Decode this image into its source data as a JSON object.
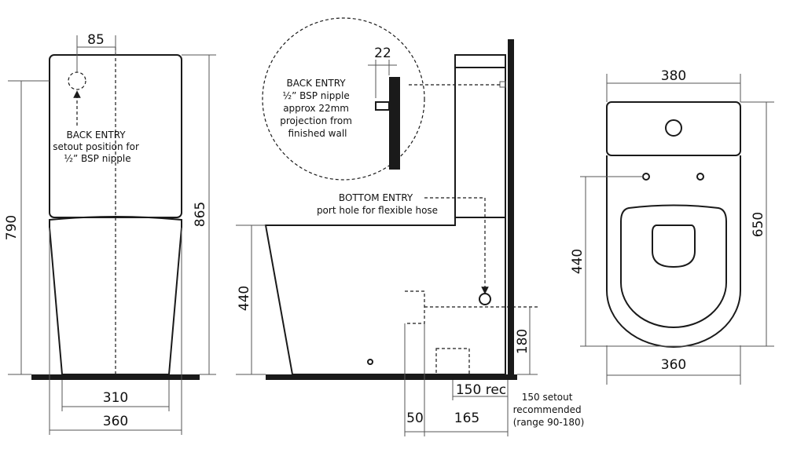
{
  "dims": {
    "front_nipple_offset": "85",
    "front_height_pan": "790",
    "front_height_total": "865",
    "front_base_width": "310",
    "front_total_width": "360",
    "side_projection": "22",
    "side_seat_height": "440",
    "side_bottom_height": "180",
    "side_rec": "150 rec",
    "side_50": "50",
    "side_165": "165",
    "top_tank_width": "380",
    "top_bowl_width": "360",
    "top_depth_440": "440",
    "top_depth_650": "650"
  },
  "notes": {
    "front_back_entry": [
      "BACK ENTRY",
      "setout position for",
      "½” BSP nipple"
    ],
    "side_back_entry": [
      "BACK ENTRY",
      "½” BSP nipple",
      "approx 22mm",
      "projection from",
      "finished wall"
    ],
    "bottom_entry": [
      "BOTTOM ENTRY",
      "port hole for flexible hose"
    ],
    "setout": [
      "150 setout",
      "recommended",
      "(range 90-180)"
    ]
  }
}
